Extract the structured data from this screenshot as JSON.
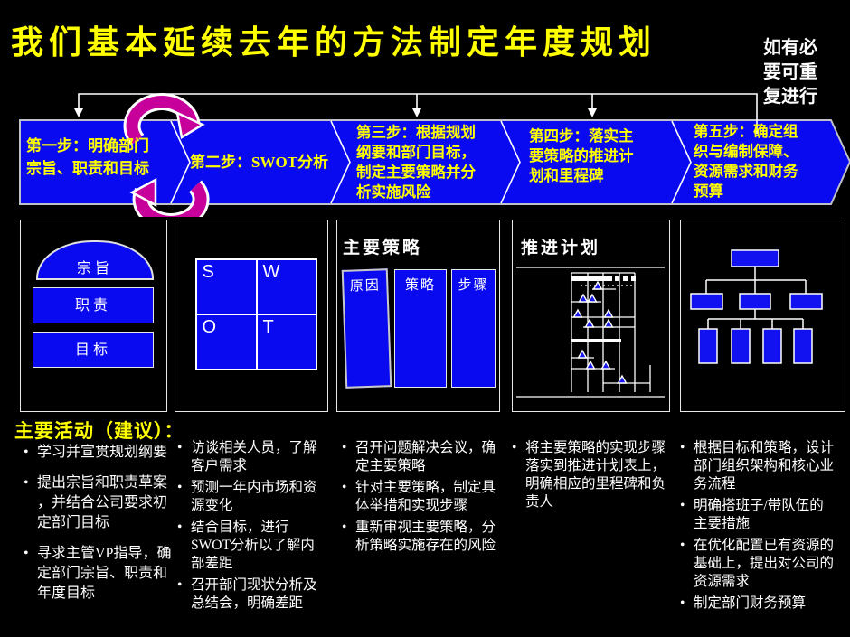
{
  "title": "我们基本延续去年的方法制定年度规划",
  "repeat_note": "如有必要可重复进行",
  "steps": [
    "第一步：明确部门\n宗旨、职责和目标",
    "第二步：SWOT分析",
    "第三步：根据规划\n纲要和部门目标，\n制定主要策略并分\n析实施风险",
    "第四步：落实主\n要策略的推进计\n划和里程碑",
    "第五步：确定组\n织与编制保障、\n资源需求和财务\n预算"
  ],
  "boxes": {
    "mission": {
      "items": [
        "宗旨",
        "职责",
        "目标"
      ]
    },
    "swot": {
      "cells": [
        "S",
        "W",
        "O",
        "T"
      ]
    },
    "strategy": {
      "title": "主要策略",
      "columns": [
        "原因",
        "策略",
        "步骤"
      ]
    },
    "plan": {
      "title": "推进计划"
    }
  },
  "activities": {
    "heading": "主要活动（建议）：",
    "columns": [
      {
        "bullets": [
          "学习并宣贯规划纲要",
          "提出宗旨和职责草案\n，并结合公司要求初\n定部门目标",
          "寻求主管VP指导，确\n定部门宗旨、职责和\n年度目标"
        ]
      },
      {
        "bullets": [
          "访谈相关人员，了解\n客户需求",
          "预测一年内市场和资\n源变化",
          "结合目标，进行\nSWOT分析以了解内\n部差距",
          "召开部门现状分析及\n总结会，明确差距"
        ]
      },
      {
        "bullets": [
          "召开问题解决会议，确\n定主要策略",
          "针对主要策略，制定具\n体举措和实现步骤",
          "重新审视主要策略，分\n析策略实施存在的风险"
        ]
      },
      {
        "bullets": [
          "将主要策略的实现步骤\n落实到推进计划表上，\n明确相应的里程碑和负\n责人"
        ]
      },
      {
        "bullets": [
          "根据目标和策略，设计\n部门组织架构和核心业\n务流程",
          "明确搭班子/带队伍的\n主要措施",
          "在优化配置已有资源的\n基础上，提出对公司的\n资源需求",
          "制定部门财务预算"
        ]
      }
    ]
  },
  "colors": {
    "background": "#000000",
    "accent_blue": "#0a0af0",
    "title_yellow": "#ffff00",
    "line_white": "#ffffff",
    "cycle_pink": "#c7009c",
    "band_border": "#c0c0c8"
  }
}
